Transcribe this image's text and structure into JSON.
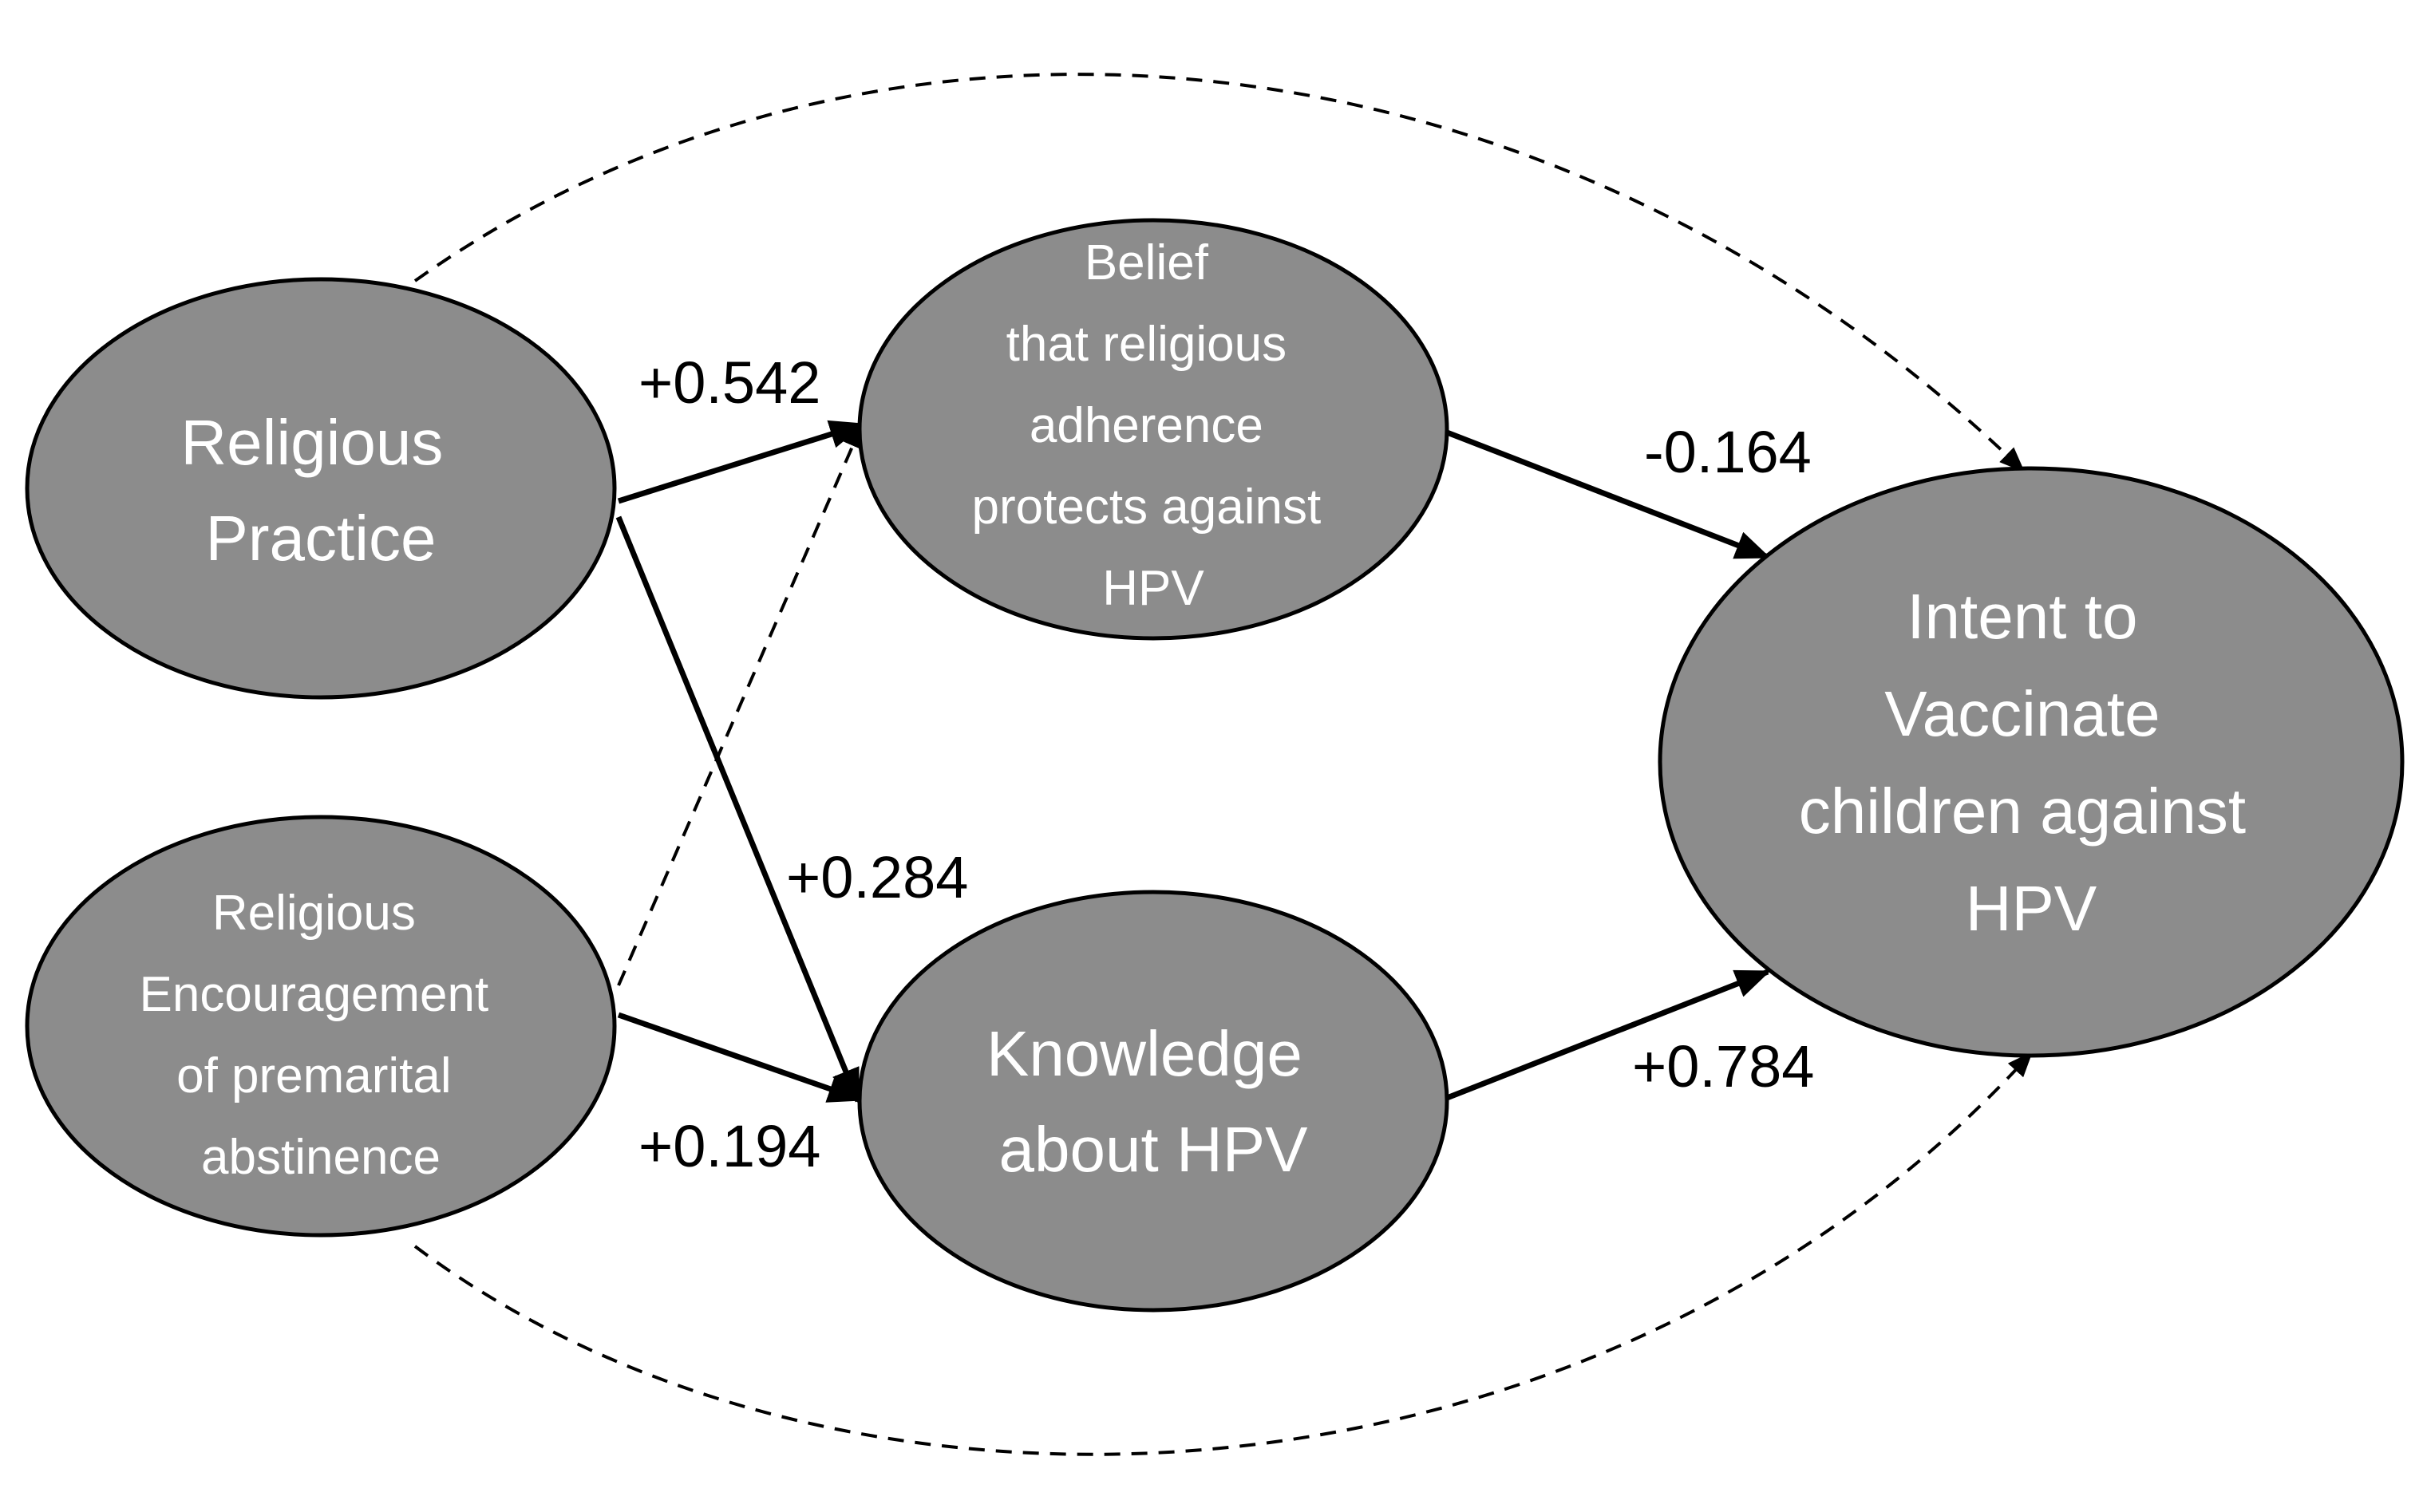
{
  "nodes": {
    "religious_practice": {
      "lines": [
        "Religious",
        "Practice"
      ]
    },
    "religious_encouragement": {
      "lines": [
        "Religious",
        "Encouragement",
        "of premarital",
        "abstinence"
      ]
    },
    "belief": {
      "lines": [
        "Belief",
        "that religious",
        "adherence",
        "protects against",
        "HPV"
      ]
    },
    "knowledge": {
      "lines": [
        "Knowledge",
        "about HPV"
      ]
    },
    "intent": {
      "lines": [
        "Intent to",
        "Vaccinate",
        "children against",
        "HPV"
      ]
    }
  },
  "edges": {
    "practice_to_belief": {
      "label": "+0.542",
      "style": "solid"
    },
    "practice_to_knowledge": {
      "label": "+0.284",
      "style": "solid"
    },
    "encouragement_to_knowledge": {
      "label": "+0.194",
      "style": "solid"
    },
    "belief_to_intent": {
      "label": "-0.164",
      "style": "solid"
    },
    "knowledge_to_intent": {
      "label": "+0.784",
      "style": "solid"
    },
    "encouragement_to_belief": {
      "label": "",
      "style": "dashed"
    },
    "practice_to_intent": {
      "label": "",
      "style": "dashed"
    },
    "encouragement_to_intent": {
      "label": "",
      "style": "dashed"
    }
  },
  "colors": {
    "node_fill": "#8c8c8c",
    "node_text": "#ffffff",
    "edge": "#000000"
  }
}
